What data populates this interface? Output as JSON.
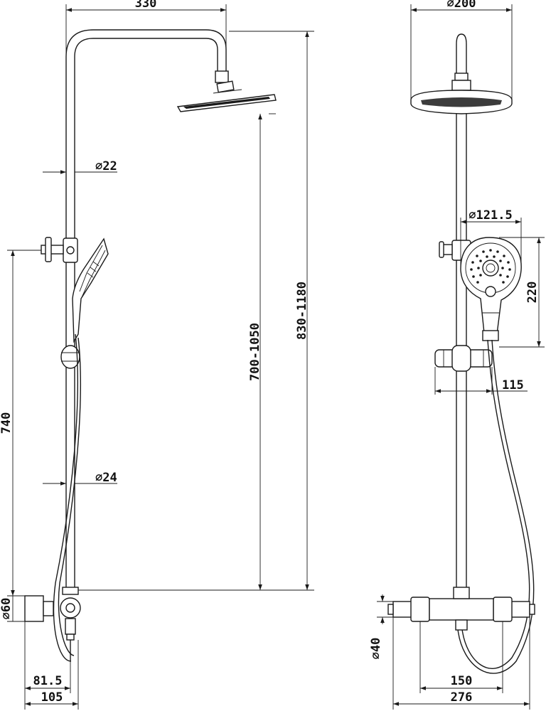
{
  "dimensions": {
    "arm_length": "330",
    "riser_height": "830-1180",
    "slide_range": "700-1050",
    "pipe_upper_diameter": "⌀22",
    "pipe_lower_diameter": "⌀24",
    "handset_holder_height": "740",
    "valve_body_diameter": "⌀60",
    "outlet_offset": "81.5",
    "wall_projection": "105",
    "head_diameter": "⌀200",
    "handset_diameter": "⌀121.5",
    "handset_length": "220",
    "holder_projection": "115",
    "valve_height": "⌀40",
    "inlet_centres": "150",
    "valve_width": "276"
  }
}
